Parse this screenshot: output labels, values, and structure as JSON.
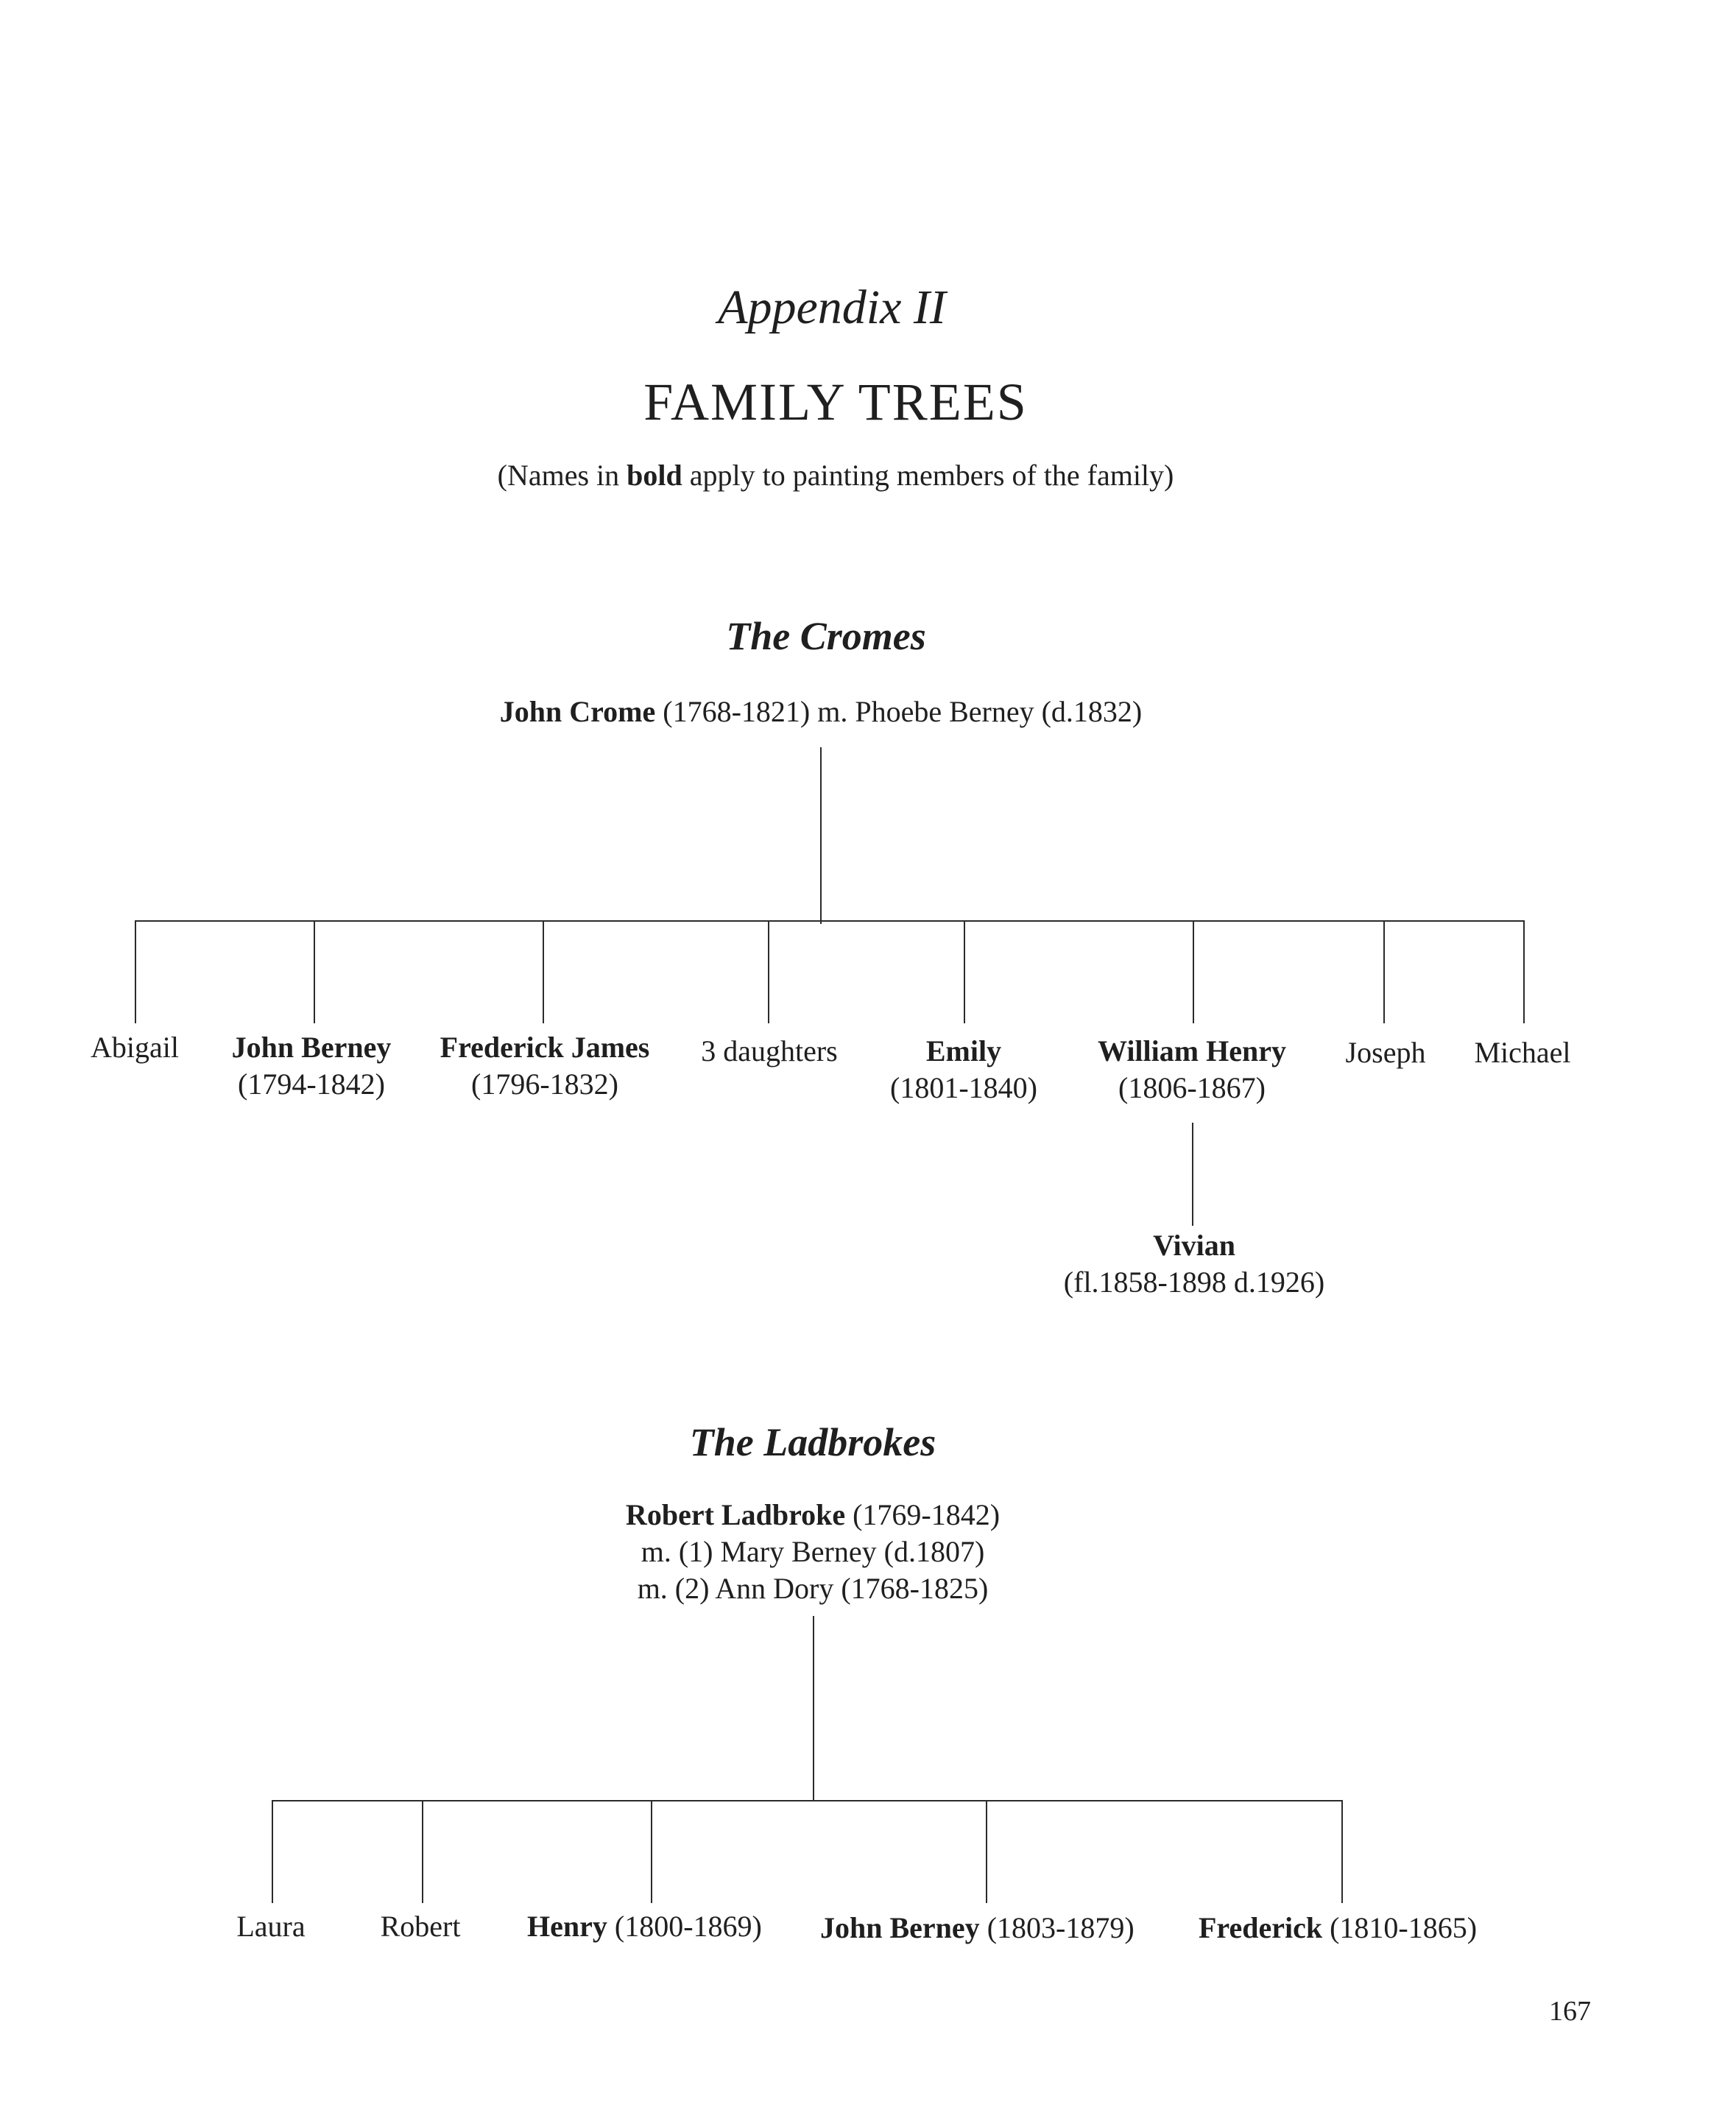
{
  "appendix": "Appendix II",
  "title": "FAMILY TREES",
  "note": {
    "before": "(Names in ",
    "bold": "bold",
    "after": " apply to painting members of the family)"
  },
  "cromes": {
    "heading": "The Cromes",
    "parents": {
      "name": "John Crome",
      "rest": " (1768-1821) m. Phoebe Berney (d.1832)"
    },
    "children": [
      {
        "name": "Abigail",
        "dates": ""
      },
      {
        "name": "John Berney",
        "dates": "(1794-1842)"
      },
      {
        "name": "Frederick James",
        "dates": "(1796-1832)"
      },
      {
        "name": "3 daughters",
        "dates": ""
      },
      {
        "name": "Emily",
        "dates": "(1801-1840)"
      },
      {
        "name": "William Henry",
        "dates": "(1806-1867)"
      },
      {
        "name": "Joseph",
        "dates": ""
      },
      {
        "name": "Michael",
        "dates": ""
      }
    ],
    "grandchild": {
      "name": "Vivian",
      "dates": "(fl.1858-1898 d.1926)"
    }
  },
  "ladbrokes": {
    "heading": "The Ladbrokes",
    "parents": {
      "name": "Robert Ladbroke",
      "dates": " (1769-1842)",
      "marriage1": "m.  (1) Mary Berney (d.1807)",
      "marriage2": "m.  (2) Ann Dory (1768-1825)"
    },
    "children": [
      {
        "name": "Laura",
        "dates": ""
      },
      {
        "name": "Robert",
        "dates": ""
      },
      {
        "name": "Henry",
        "dates": " (1800-1869)"
      },
      {
        "name": "John Berney",
        "dates": " (1803-1879)"
      },
      {
        "name": "Frederick",
        "dates": " (1810-1865)"
      }
    ]
  },
  "page_number": "167"
}
